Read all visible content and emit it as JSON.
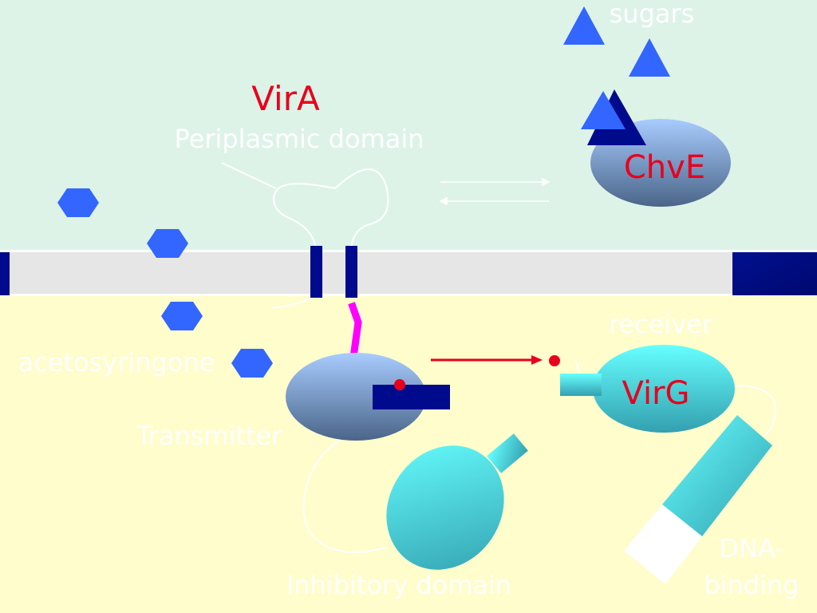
{
  "labels": {
    "sugars": "sugars",
    "vira": "VirA",
    "periplasmic": "Periplasmic domain",
    "chve": "ChvE",
    "receiver": "receiver",
    "acetosyringone": "acetosyringone",
    "virg": "VirG",
    "transmitter": "Transmitter",
    "inhibitory": "Inhibitory domain",
    "dna_line1": "DNA-",
    "dna_line2": "binding"
  },
  "colors": {
    "periplasm": "#DDF3E8",
    "cytoplasm": "#FFFDCC",
    "membrane": "#E6E6E6",
    "navy": "#000A8C",
    "blue_shape": "#3366FF",
    "cyan_light": "#66FFFF",
    "cyan_dark": "#33A0B0",
    "magenta": "#FF00FF",
    "red": "#E8001C",
    "white": "#FFFFFF"
  }
}
